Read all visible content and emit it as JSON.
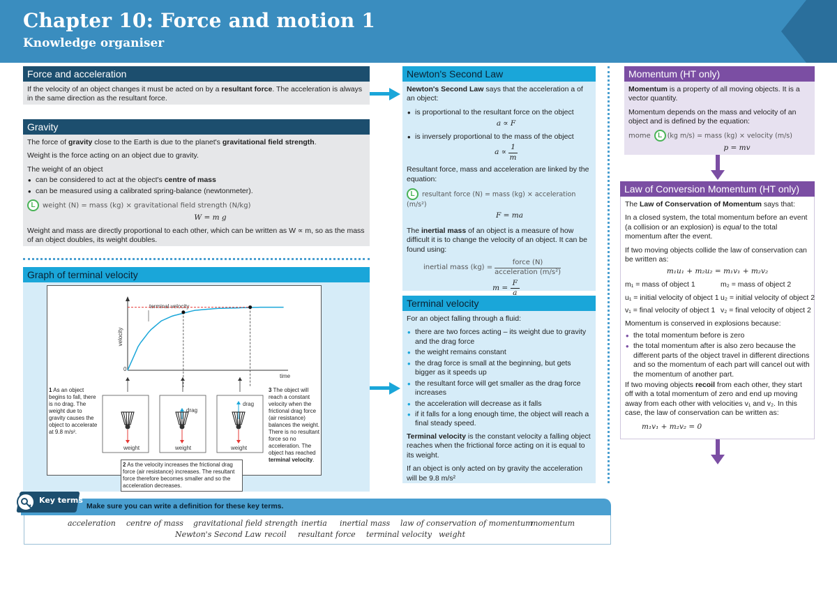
{
  "header": {
    "title": "Chapter 10: Force and motion 1",
    "subtitle": "Knowledge organiser"
  },
  "colors": {
    "navy": "#1c4e6e",
    "cyan": "#1aa6d9",
    "purple": "#7b4ea3",
    "light_blue": "#d6ecf8",
    "grey": "#e6e7e9",
    "light_purple": "#e7e1f0"
  },
  "force_accel": {
    "heading": "Force and acceleration",
    "t1": "If the velocity of an object changes it must be acted on by a ",
    "t1b": "resultant force",
    "t1c": ". The acceleration is always in the same direction as the resultant force."
  },
  "gravity": {
    "heading": "Gravity",
    "p1a": "The force of ",
    "p1b": "gravity",
    "p1c": " close to the Earth is due to the planet's ",
    "p1d": "gravitational field strength",
    "p1e": ".",
    "p2": "Weight is the force acting on an object due to gravity.",
    "p3": "The weight of an object",
    "b1a": "can be considered to act at the object's ",
    "b1b": "centre of mass",
    "b2": "can be measured using a calibrated spring-balance (newtonmeter).",
    "badge": "L",
    "word_eq": "weight (N) = mass (kg) × gravitational field strength (N/kg)",
    "eq": "W  =  m g",
    "p4": "Weight and mass are directly proportional to each other, which can be written as W ∝ m, so as the mass of an object doubles, its weight doubles."
  },
  "graph_section": {
    "heading": "Graph of terminal velocity",
    "terminal_label": "terminal velocity",
    "y_label": "velocity",
    "x_label": "time",
    "origin": "0",
    "drag": "drag",
    "weight": "weight",
    "c1n": "1",
    "c1": " As an object begins to fall, there is no drag. The weight due to gravity causes the object to accelerate at 9.8 m/s².",
    "c2n": "2",
    "c2": " As the velocity increases the frictional drag force (air resistance) increases. The resultant force therefore becomes smaller and so the acceleration decreases.",
    "c3n": "3",
    "c3a": " The object will reach a constant velocity when the frictional drag force (air resistance) balances the weight. There is no resultant force so no acceleration. The object has reached ",
    "c3b": "terminal velocity",
    "c3c": "."
  },
  "newton": {
    "heading": "Newton's Second Law",
    "p1a": "Newton's Second Law",
    "p1b": " says that the acceleration a of an object:",
    "b1": "is proportional to the resultant force on the object",
    "eq1": "a ∝ F",
    "b2": "is inversely proportional to the mass of the object",
    "eq2_lhs": "a ∝",
    "eq2_num": "1",
    "eq2_den": "m",
    "p2": "Resultant force, mass and acceleration are linked by the equation:",
    "badge": "L",
    "word_eq": "resultant force (N) = mass (kg) × acceleration (m/s²)",
    "eq3": "F = ma",
    "p3a": "The ",
    "p3b": "inertial mass",
    "p3c": " of an object is a measure of how difficult it is to change the velocity of an object. It can be found using:",
    "im_lhs": "inertial mass (kg) =",
    "im_num": "force (N)",
    "im_den": "acceleration (m/s²)",
    "eq4_lhs": "m =",
    "eq4_num": "F",
    "eq4_den": "a"
  },
  "terminal": {
    "heading": "Terminal velocity",
    "intro": "For an object falling through a fluid:",
    "b1": "there are two forces acting – its weight due to gravity and the drag force",
    "b2": "the weight remains constant",
    "b3": "the drag force  is small at the beginning, but gets bigger as it speeds up",
    "b4": "the resultant force will get smaller as the drag force increases",
    "b5": "the acceleration will decrease as it falls",
    "b6": "if it falls for a long enough time, the object will reach a final steady speed.",
    "p1a": "Terminal velocity",
    "p1b": " is the constant velocity a falling object reaches when the frictional force acting on it is equal to its weight.",
    "p2": "If an object is only acted on by gravity the acceleration will be 9.8 m/s²"
  },
  "momentum": {
    "heading": "Momentum (HT only)",
    "p1a": "Momentum",
    "p1b": " is a property of all moving objects. It is a vector quantity.",
    "p2": "Momentum depends on the mass and velocity of an object and is defined by the equation:",
    "pre": "mome",
    "badge": "L",
    "word_eq": "(kg m/s) = mass (kg) × velocity (m/s)",
    "eq": "p = mv"
  },
  "conservation": {
    "heading": "Law of Conversion Momentum (HT only)",
    "p1a": "The ",
    "p1b": "Law of Conservation of Momentum",
    "p1c": " says that:",
    "p2a": "In a closed system, the total momentum before an event (a collision or an explosion) is ",
    "p2b": "equal",
    "p2c": " to the total momentum after the event.",
    "p3": "If two moving objects collide the law of conservation can be written as:",
    "eq": "m₁u₁ + m₂u₂ = m₁v₁ + m₂v₂",
    "d1": "m₁ = mass of object 1",
    "d2": "m₂ = mass of object 2",
    "d3": "u₁ = initial velocity of object 1",
    "d4": "u₂ = initial velocity of object 2",
    "d5": "v₁ = final velocity of object 1",
    "d6": "v₂ = final velocity of object 2",
    "p4": "Momentum is conserved in explosions because:",
    "b1": "the total momentum before is zero",
    "b2": "the total momentum after is also zero because the different parts of the object travel in different directions and so the momentum of each part will cancel out with the momentum of another part.",
    "p5a": "If two moving objects ",
    "p5b": "recoil",
    "p5c": " from each other, they start off with a total momentum of zero and end up moving away from each other with velocities v₁ and v₂. In this case, the law of conservation can be written as:",
    "eq2": "m₁v₁ + m₂v₂ = 0"
  },
  "keyterms": {
    "label": "Key terms",
    "instruction": "Make sure you can write a definition for these key terms.",
    "row1": [
      "acceleration",
      "centre of mass",
      "gravitational field strength",
      "inertia",
      "inertial mass",
      "law of conservation of momentum",
      "momentum"
    ],
    "row2": [
      "Newton's Second Law",
      "recoil",
      "resultant force",
      "terminal velocity",
      "weight"
    ]
  },
  "chart_data": {
    "type": "line",
    "title": "",
    "xlabel": "time",
    "ylabel": "velocity",
    "annotations": [
      "terminal velocity"
    ],
    "series": [
      {
        "x": [
          0,
          0.5,
          1,
          1.5,
          2,
          3,
          4,
          5,
          6,
          7
        ],
        "y": [
          0,
          0.4,
          0.63,
          0.78,
          0.86,
          0.95,
          0.98,
          0.99,
          1.0,
          1.0
        ]
      }
    ],
    "markers": [
      {
        "x": 2.5,
        "y": 0.92
      },
      {
        "x": 5.5,
        "y": 1.0
      }
    ],
    "xlim": [
      0,
      7.2
    ],
    "ylim": [
      0,
      1.15
    ]
  }
}
